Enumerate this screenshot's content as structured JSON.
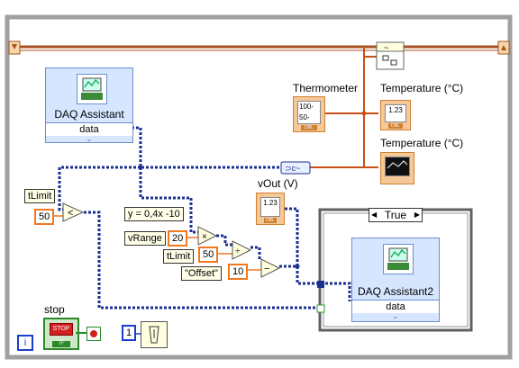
{
  "labels": {
    "daq1_title": "DAQ Assistant",
    "daq1_port": "data",
    "daq2_title": "DAQ Assistant2",
    "daq2_port": "data",
    "thermometer": "Thermometer",
    "temp_numeric": "Temperature (°C)",
    "temp_chart": "Temperature (°C)",
    "vout": "vOut (V)",
    "tlimit": "tLimit",
    "formula": "y = 0,4x -10",
    "vrange": "vRange",
    "tlimit2": "tLimit",
    "offset": "\"Offset\"",
    "stop": "stop",
    "case_selector": "True",
    "loop_index": "i"
  },
  "constants": {
    "c50a": "50",
    "c20": "20",
    "c50b": "50",
    "c10": "10",
    "wait": "1"
  },
  "indicator_text": {
    "numeric1": "1.23",
    "numeric2": "1.23",
    "dbl": "DBL",
    "thermo_scale_hi": "100-",
    "thermo_scale_mid": "50-",
    "stop_btn": "STOP",
    "tf": "TF"
  },
  "colors": {
    "loop_border": "#909090",
    "orange_wire": "#f07820",
    "dbl_wire": "#e85a10",
    "dynamic_wire": "#1a2f90",
    "express_bg": "#d6e6ff"
  }
}
